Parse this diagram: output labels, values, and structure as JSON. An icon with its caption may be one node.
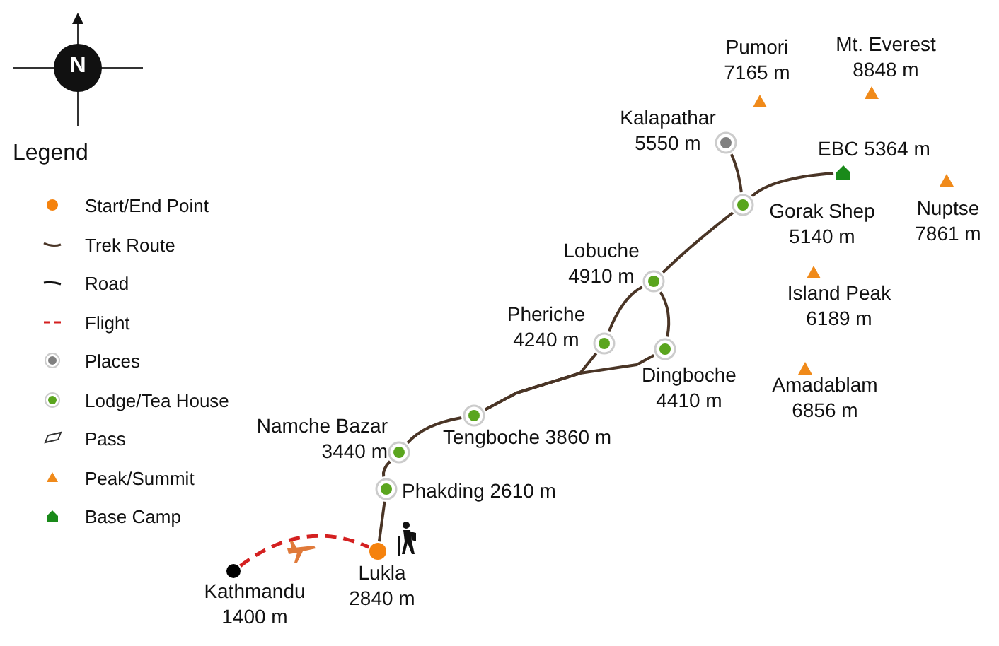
{
  "diagram": {
    "nodes": [
      {
        "text": [
          "Kathmandu 1400 m"
        ]
      },
      {
        "text": [
          "Lukla 2840 m"
        ]
      },
      {
        "text": [
          "Phakding 2610 m"
        ]
      },
      {
        "text": [
          "Namche Bazar 3440 m"
        ]
      },
      {
        "text": [
          "Tengboche 3860 m"
        ]
      },
      {
        "text": [
          "Pheriche 4240 m"
        ]
      },
      {
        "text": [
          "Dingboche 4410 m"
        ]
      },
      {
        "text": [
          "Lobuche 4910 m"
        ]
      },
      {
        "text": [
          "Gorak Shep 5140 m"
        ]
      },
      {
        "text": [
          "Kalapathar 5550 m"
        ]
      },
      {
        "text": [
          "EBC 5364 m"
        ]
      },
      {
        "text": [
          "Pumori 7165 m"
        ]
      },
      {
        "text": [
          "Mt. Everest 8848 m"
        ]
      },
      {
        "text": [
          "Nuptse 7861 m"
        ]
      },
      {
        "text": [
          "Island Peak 6189 m"
        ]
      },
      {
        "text": [
          "Amadablam 6856 m"
        ]
      }
    ],
    "edges": [
      {
        "from": 0,
        "to": 1,
        "arrow": "none",
        "style": "dashed",
        "color": "#d42020"
      },
      {
        "from": 1,
        "to": 2,
        "arrow": "none"
      },
      {
        "from": 2,
        "to": 3,
        "arrow": "none"
      },
      {
        "from": 3,
        "to": 4,
        "arrow": "none"
      },
      {
        "from": 4,
        "to": 5,
        "arrow": "none"
      },
      {
        "from": 4,
        "to": 6,
        "arrow": "none"
      },
      {
        "from": 5,
        "to": 7,
        "arrow": "none"
      },
      {
        "from": 6,
        "to": 7,
        "arrow": "none"
      },
      {
        "from": 7,
        "to": 8,
        "arrow": "none"
      },
      {
        "from": 8,
        "to": 9,
        "arrow": "none"
      },
      {
        "from": 8,
        "to": 10,
        "arrow": "none"
      }
    ],
    "labels": [
      "N",
      "Legend"
    ],
    "legend": [
      {
        "text": "Start/End Point",
        "color": "#f5820d"
      },
      {
        "text": "Trek Route"
      },
      {
        "text": "Road"
      },
      {
        "text": "Flight"
      },
      {
        "text": "Places"
      },
      {
        "text": "Lodge/Tea House"
      },
      {
        "text": "Pass"
      },
      {
        "text": "Peak/Summit"
      },
      {
        "text": "Base Camp"
      }
    ]
  }
}
